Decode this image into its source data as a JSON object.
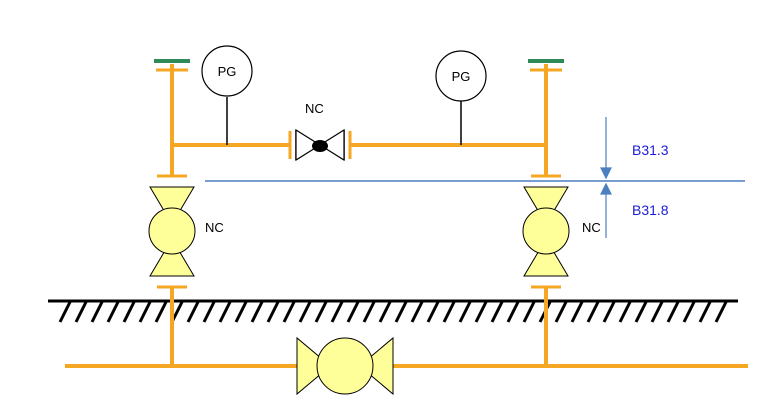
{
  "colors": {
    "pipe": "#f5a623",
    "valve_fill": "#ffff99",
    "cap": "#2e8b57",
    "boundary_line": "#4a7fc0",
    "label_blue": "#1a1ad8"
  },
  "labels": {
    "pg_left": "PG",
    "pg_right": "PG",
    "nc_mid": "NC",
    "nc_left": "NC",
    "nc_right": "NC",
    "code_upper": "B31.3",
    "code_lower": "B31.8"
  }
}
